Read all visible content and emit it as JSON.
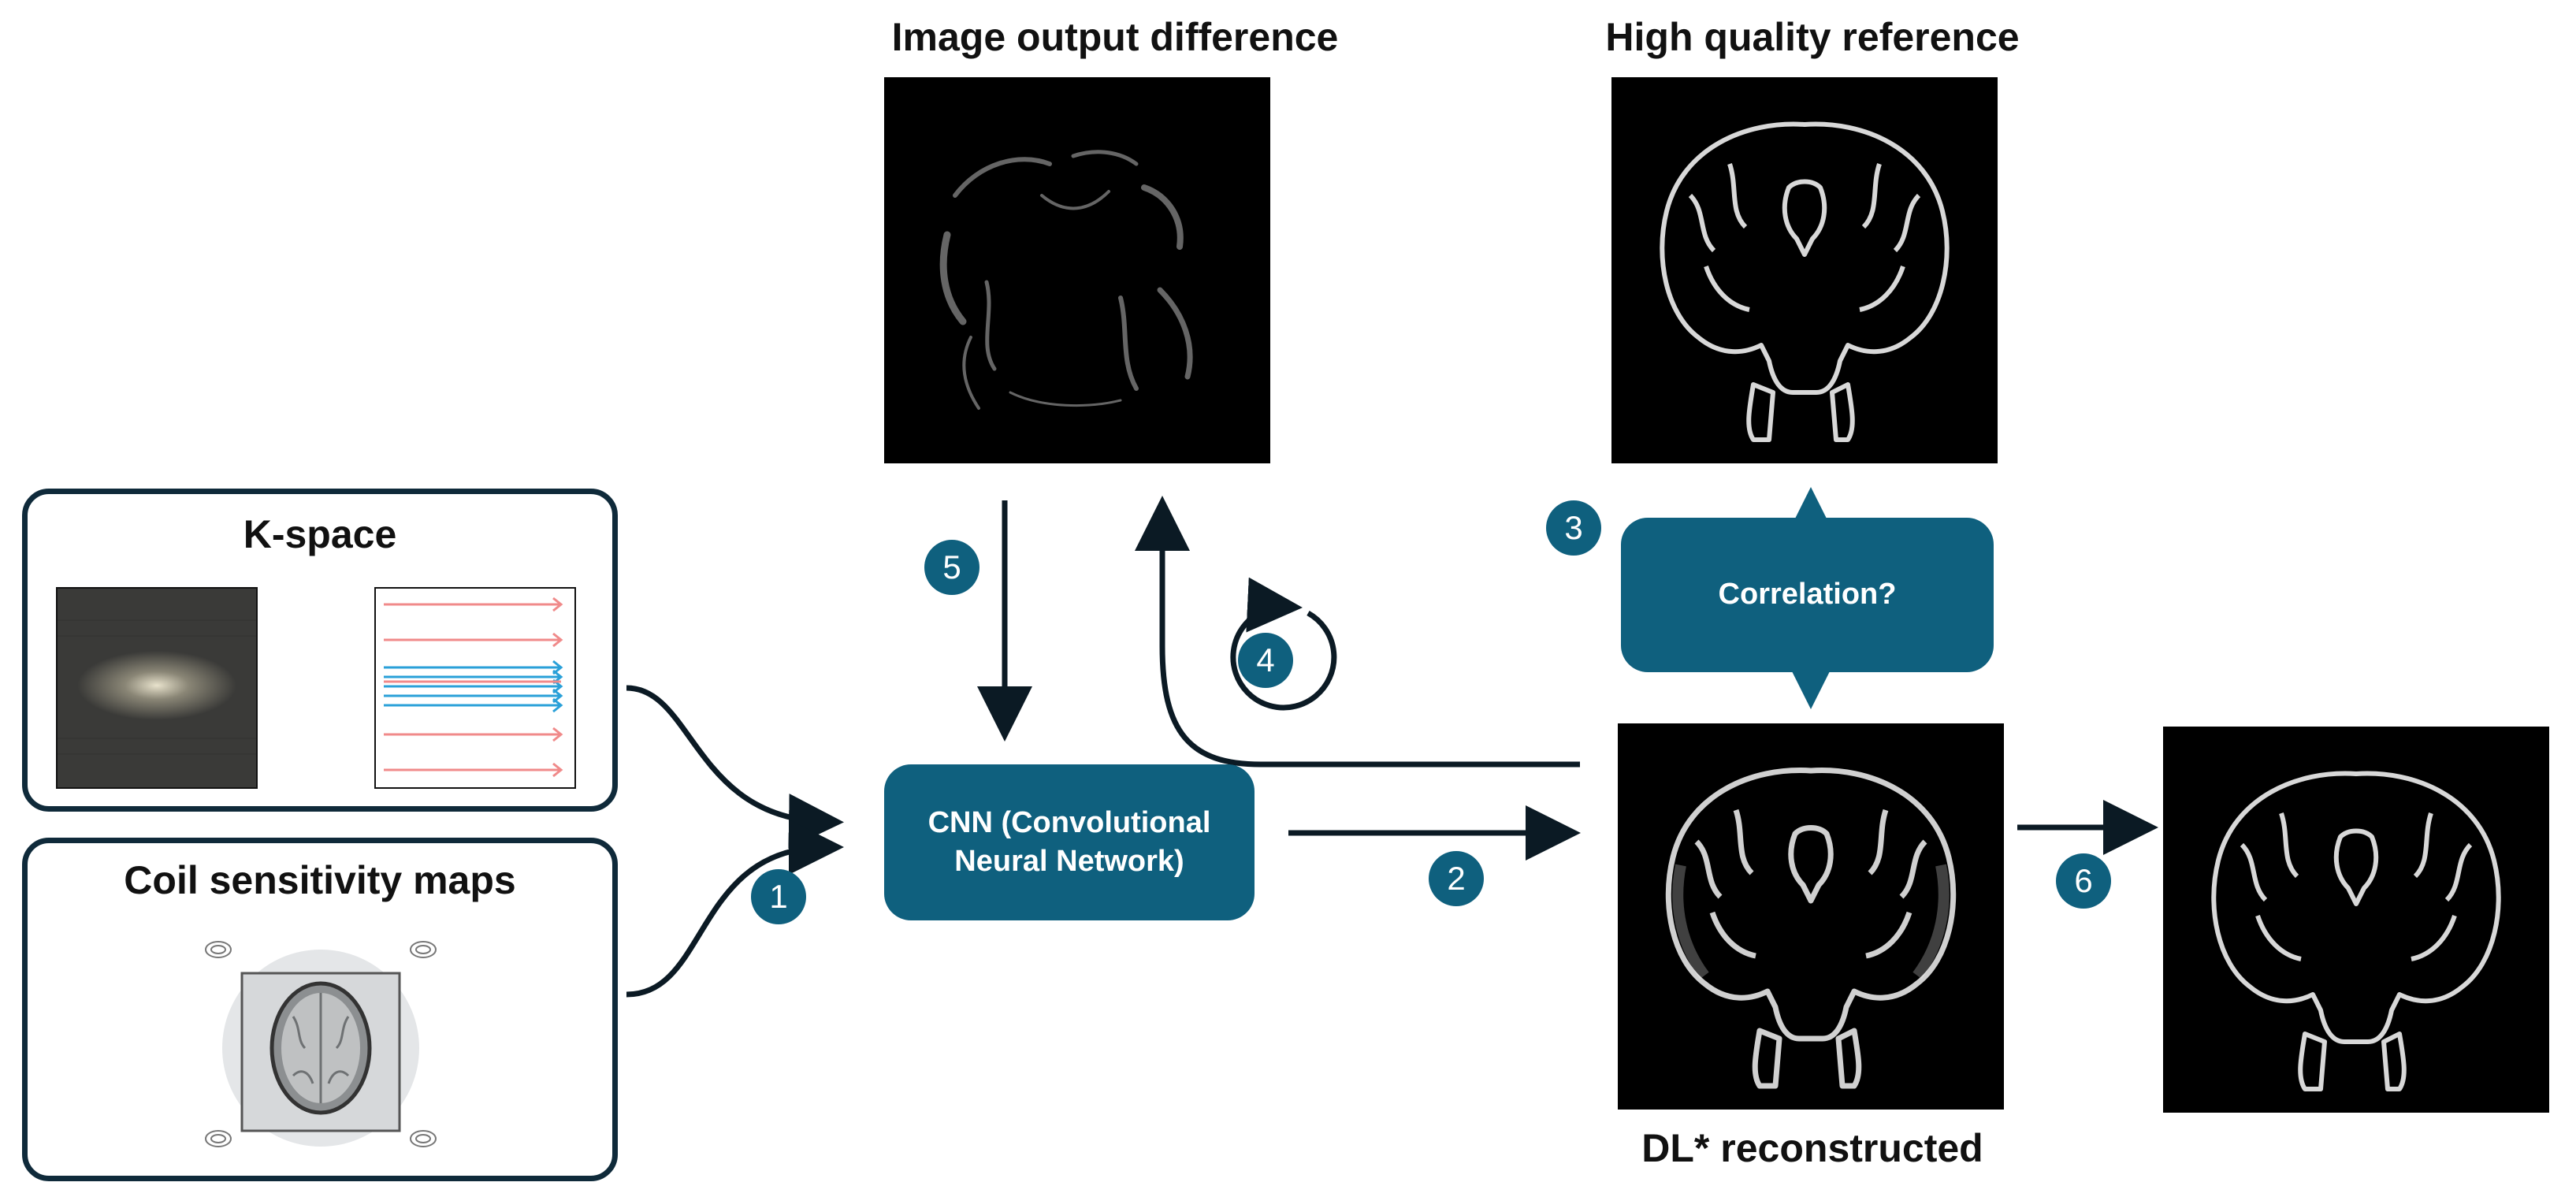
{
  "labels": {
    "difference_title": "Image output difference",
    "reference_title": "High quality reference",
    "kspace_title": "K-space",
    "coil_title": "Coil sensitivity maps",
    "cnn": "CNN (Convolutional Neural Network)",
    "correlation": "Correlation?",
    "reconstructed_title": "DL* reconstructed"
  },
  "steps": [
    "1",
    "2",
    "3",
    "4",
    "5",
    "6"
  ],
  "colors": {
    "box_blue": "#0f607e",
    "panel_border": "#0f2a3a",
    "arrow": "#0b1a24"
  }
}
